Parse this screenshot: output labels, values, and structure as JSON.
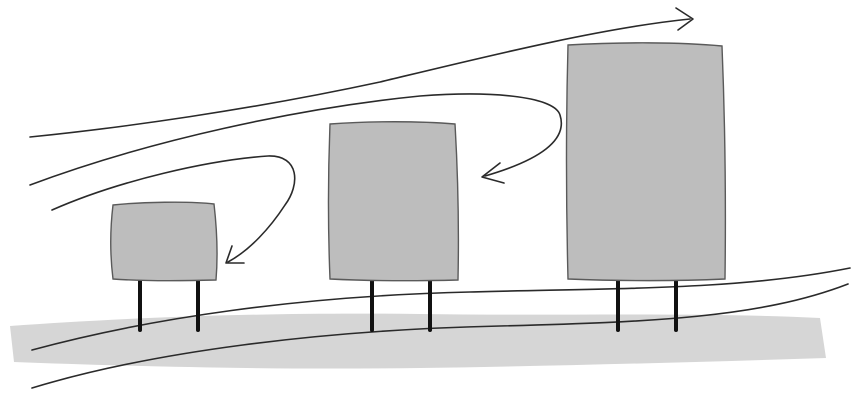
{
  "colors": {
    "box_fill": "#bdbdbd",
    "ground_shadow": "#d6d6d6",
    "line": "#2a2a2a",
    "leg": "#111111",
    "background": "#ffffff"
  },
  "boxes": [
    {
      "id": "small",
      "size_rank": 1
    },
    {
      "id": "medium",
      "size_rank": 2
    },
    {
      "id": "large",
      "size_rank": 3
    }
  ],
  "arrows": [
    {
      "id": "top-flow",
      "direction": "right",
      "head": "open"
    },
    {
      "id": "return-to-medium",
      "direction": "left-down",
      "head": "open"
    },
    {
      "id": "return-to-small",
      "direction": "left-down",
      "head": "open"
    }
  ]
}
